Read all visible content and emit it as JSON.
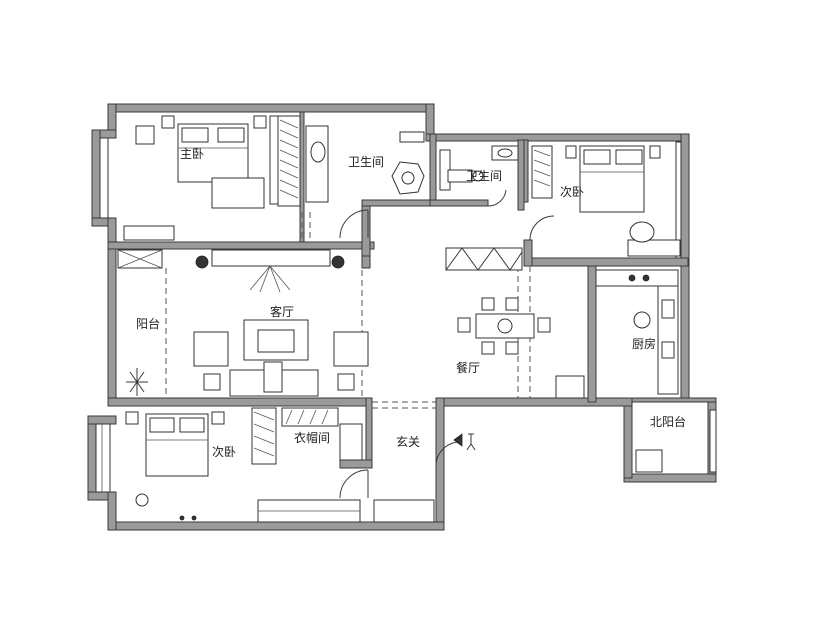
{
  "rooms": {
    "master_bedroom": "主卧",
    "bathroom_1": "卫生间",
    "bathroom_2": "卫生间",
    "second_bedroom_east": "次卧",
    "living_room": "客厅",
    "balcony": "阳台",
    "dining_room": "餐厅",
    "kitchen": "厨房",
    "second_bedroom_west": "次卧",
    "cloakroom": "衣帽间",
    "entrance": "玄关",
    "north_balcony": "北阳台"
  },
  "icons": {
    "entry_arrow": "entry-arrow-icon",
    "entry_person": "person-icon"
  }
}
